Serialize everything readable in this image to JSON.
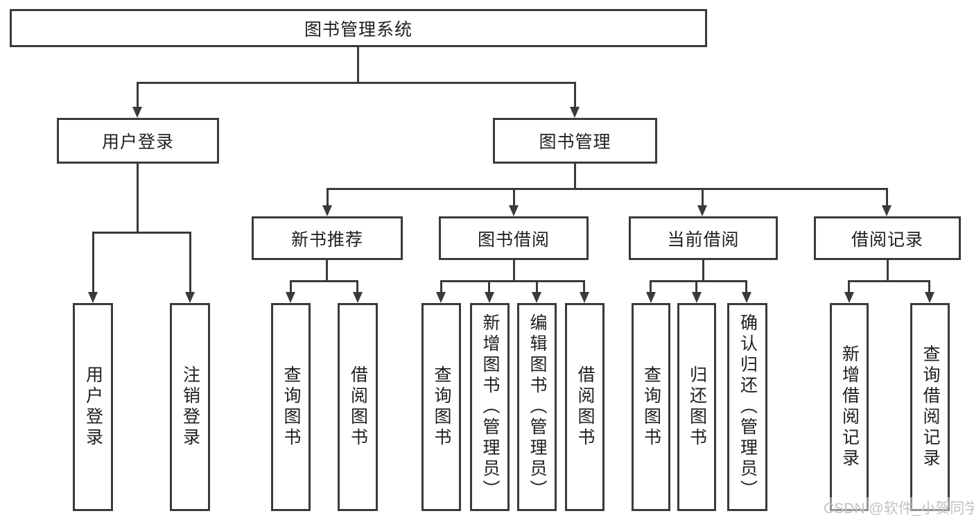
{
  "tree": {
    "root": {
      "label": "图书管理系统",
      "children": [
        {
          "label": "用户登录",
          "children": [
            {
              "label": "用户登录"
            },
            {
              "label": "注销登录"
            }
          ]
        },
        {
          "label": "图书管理",
          "children": [
            {
              "label": "新书推荐",
              "children": [
                {
                  "label": "查询图书"
                },
                {
                  "label": "借阅图书"
                }
              ]
            },
            {
              "label": "图书借阅",
              "children": [
                {
                  "label": "查询图书"
                },
                {
                  "label": "新增图书（管理员）"
                },
                {
                  "label": "编辑图书（管理员）"
                },
                {
                  "label": "借阅图书"
                }
              ]
            },
            {
              "label": "当前借阅",
              "children": [
                {
                  "label": "查询图书"
                },
                {
                  "label": "归还图书"
                },
                {
                  "label": "确认归还（管理员）"
                }
              ]
            },
            {
              "label": "借阅记录",
              "children": [
                {
                  "label": "新增借阅记录"
                },
                {
                  "label": "查询借阅记录"
                }
              ]
            }
          ]
        }
      ]
    }
  },
  "watermark": "CSDN @软件_小贺同学",
  "colors": {
    "line": "#3a3a3a",
    "text": "#1f1f1f",
    "watermark_text": "#c2c2c2",
    "background": "#ffffff"
  }
}
